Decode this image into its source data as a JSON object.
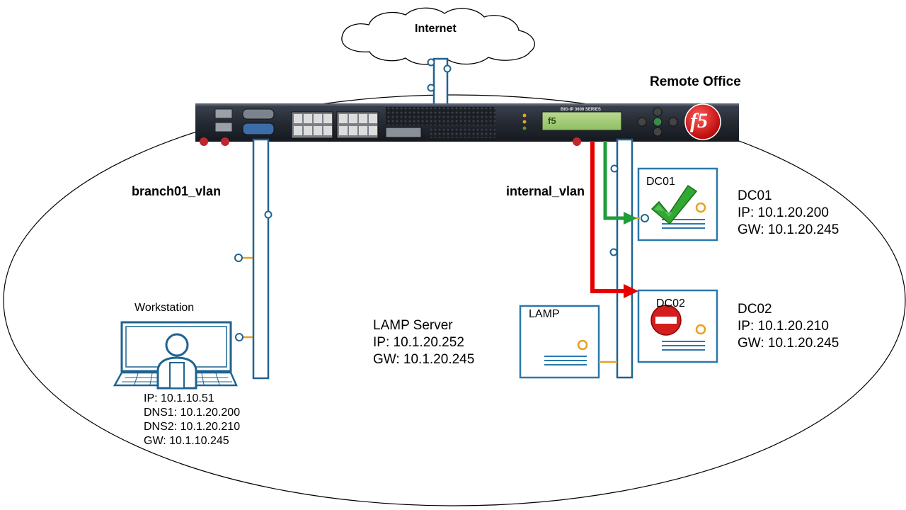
{
  "cloud": {
    "label": "Internet"
  },
  "site": {
    "title": "Remote Office"
  },
  "device": {
    "model_label": "BIG-IP 3600 SERIES",
    "logo": "f5",
    "screen_text": "f5"
  },
  "vlans": [
    {
      "name": "branch01_vlan"
    },
    {
      "name": "internal_vlan"
    }
  ],
  "workstation": {
    "title": "Workstation",
    "ip": "IP: 10.1.10.51",
    "dns1": "DNS1: 10.1.20.200",
    "dns2": "DNS2: 10.1.20.210",
    "gw": "GW: 10.1.10.245"
  },
  "lamp": {
    "box_label": "LAMP",
    "title": "LAMP Server",
    "ip": "IP: 10.1.20.252",
    "gw": "GW: 10.1.20.245"
  },
  "dc01": {
    "box_label": "DC01",
    "title": "DC01",
    "ip": "IP: 10.1.20.200",
    "gw": "GW: 10.1.20.245",
    "status_icon": "check-icon"
  },
  "dc02": {
    "box_label": "DC02",
    "title": "DC02",
    "ip": "IP: 10.1.20.210",
    "gw": "GW: 10.1.20.245",
    "status_icon": "no-entry-icon"
  },
  "colors": {
    "vlan_line": "#1f6391",
    "box_border": "#2a79ad",
    "port_accent": "#e8a020",
    "success_path": "#1e9e3a",
    "fail_path": "#e60000"
  }
}
